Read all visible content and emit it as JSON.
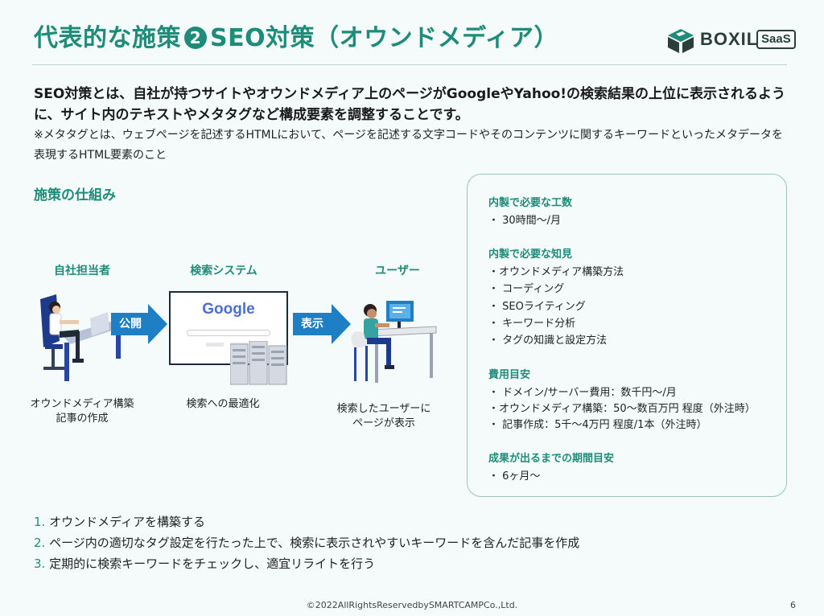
{
  "title": {
    "prefix": "代表的な施策",
    "num": "2",
    "suffix": "SEO対策（オウンドメディア）"
  },
  "logo": {
    "text": "BOXIL",
    "badge": "SaaS"
  },
  "intro": "SEO対策とは、自社が持つサイトやオウンドメディア上のページがGoogleやYahoo!の検索結果の上位に表示されるように、サイト内のテキストやメタタグなど構成要素を調整することです。",
  "note": "※メタタグとは、ウェブページを記述するHTMLにおいて、ページを記述する文字コードやそのコンテンツに関するキーワードといったメタデータを表現するHTML要素のこと",
  "mechanism": {
    "title": "施策の仕組み",
    "columns": [
      {
        "label": "自社担当者",
        "caption_1": "オウンドメディア構築",
        "caption_2": "記事の作成"
      },
      {
        "label": "検索システム",
        "caption_1": "検索への最適化",
        "caption_2": ""
      },
      {
        "label": "ユーザー",
        "caption_1": "検索したユーザーに",
        "caption_2": "ページが表示"
      }
    ],
    "arrows": [
      "公開",
      "表示"
    ],
    "google_text": "Google"
  },
  "info": {
    "sections": [
      {
        "title": "内製で必要な工数",
        "items": [
          "・ 30時間〜/月"
        ]
      },
      {
        "title": "内製で必要な知見",
        "items": [
          "・オウンドメディア構築方法",
          "・ コーディング",
          "・ SEOライティング",
          "・ キーワード分析",
          "・ タグの知識と設定方法"
        ]
      },
      {
        "title": "費用目安",
        "items": [
          "・ ドメイン/サーバー費用：数千円〜/月",
          "・オウンドメディア構築：50〜数百万円 程度（外注時）",
          "・ 記事作成：5千〜4万円 程度/1本（外注時）"
        ]
      },
      {
        "title": "成果が出るまでの期間目安",
        "items": [
          "・ 6ヶ月〜"
        ]
      }
    ]
  },
  "steps": [
    {
      "num": "1.",
      "text": "オウンドメディアを構築する"
    },
    {
      "num": "2.",
      "text": "ページ内の適切なタグ設定を行たった上で、検索に表示されやすいキーワードを含んだ記事を作成"
    },
    {
      "num": "3.",
      "text": "定期的に検索キーワードをチェックし、適宜リライトを行う"
    }
  ],
  "footer": "©2022AllRightsReservedbySMARTCAMPCo.,Ltd.",
  "page_number": "6",
  "colors": {
    "accent": "#1e8c78",
    "arrow": "#1f7fc4",
    "navy": "#1e3a8a",
    "border": "#9ec3bc"
  }
}
